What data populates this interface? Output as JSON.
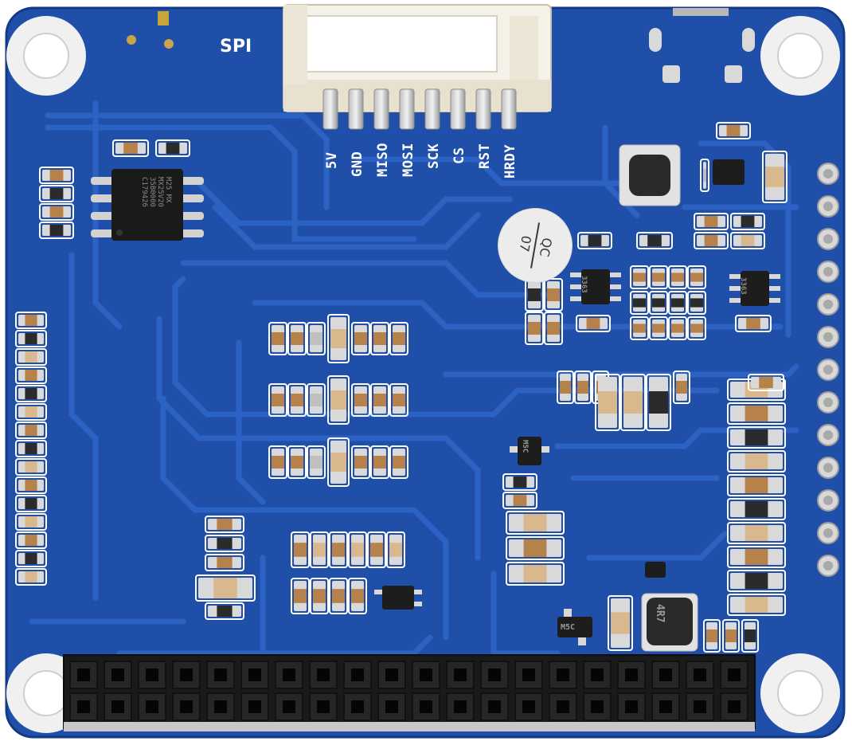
{
  "board": {
    "silkscreen_title": "SPI",
    "connector_pins": [
      "5V",
      "GND",
      "MISO",
      "MOSI",
      "SCK",
      "CS",
      "RST",
      "HRDY"
    ],
    "qc_sticker": {
      "top": "QC",
      "bottom": "07"
    },
    "chip_marking": "M25 MX\nMX25V20\n35B0000\nC179426",
    "ic_marks": [
      "M5C",
      "M5C",
      "3363",
      "3363",
      "4R7"
    ],
    "colors": {
      "pcb": "#1f4fa8",
      "trace": "#2c60c0",
      "silkscreen": "#ffffff",
      "pad": "#d9d9d9",
      "header": "#1c1c1c"
    }
  }
}
